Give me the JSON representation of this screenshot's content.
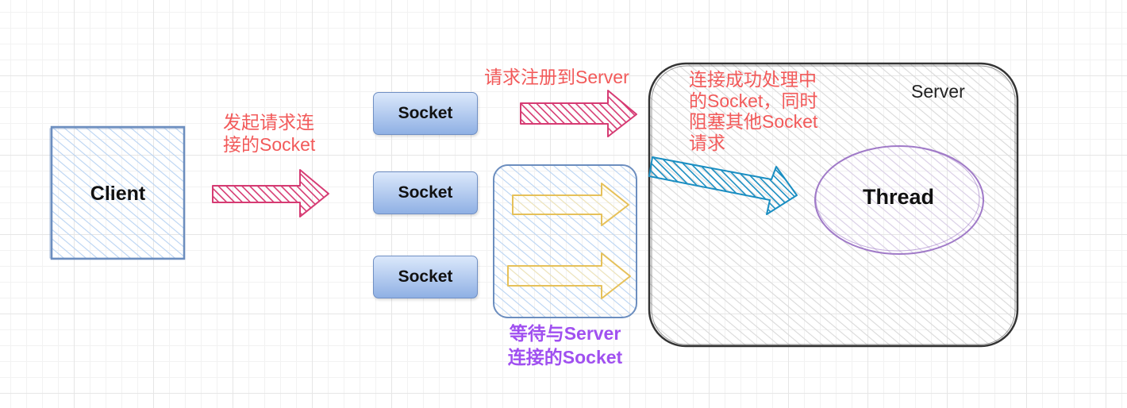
{
  "client_label": "Client",
  "server_label": "Server",
  "thread_label": "Thread",
  "sockets": [
    "Socket",
    "Socket",
    "Socket"
  ],
  "client_request_text": [
    "发起请求连",
    "接的Socket"
  ],
  "register_text": "请求注册到Server",
  "processing_text": [
    "连接成功处理中",
    "的Socket，同时",
    "阻塞其他Socket",
    "请求"
  ],
  "waiting_text": [
    "等待与Server",
    "连接的Socket"
  ],
  "colors": {
    "red_arrow": "#d63b73",
    "blue_arrow": "#1a8ec2",
    "yellow_arrow": "#e6c15a",
    "annotation_red": "#f25a5a",
    "annotation_purple": "#a050f0",
    "thread_border": "#a07ac8",
    "box_blue": "#6c8ebf"
  }
}
